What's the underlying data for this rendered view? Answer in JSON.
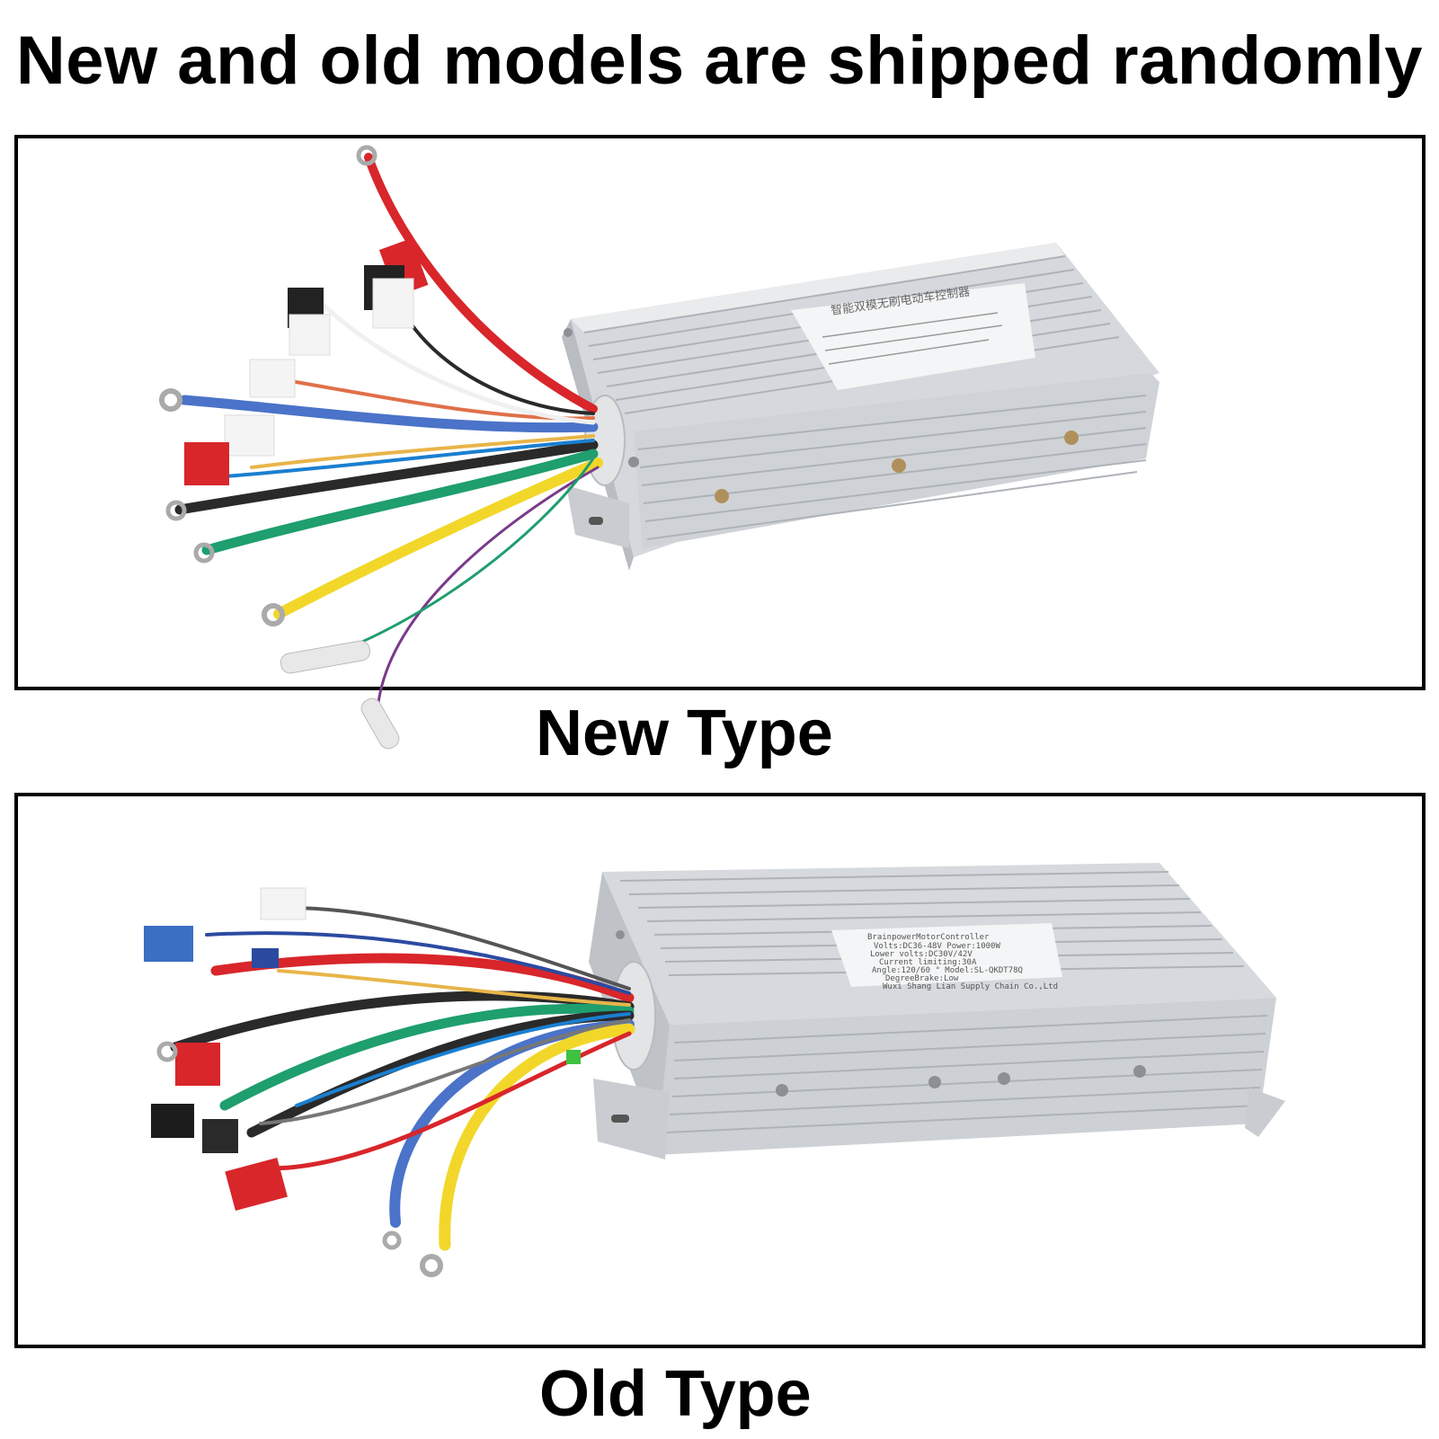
{
  "headline": "New and old models are shipped randomly",
  "panels": {
    "new": {
      "caption": "New Type"
    },
    "old": {
      "caption": "Old Type"
    }
  },
  "labels": {
    "new_label_line1": "智能双模无刷电动车控制器",
    "old_label_lines": [
      "BrainpowerMotorController",
      "Volts:DC36-48V   Power:1000W",
      "Lower volts:DC30V/42V",
      "Current limiting:30A",
      "Angle:120/60 °  Model:SL-QKDT78Q",
      "DegreeBrake:Low",
      "Wuxi Shang Lian Supply Chain Co.,Ltd"
    ]
  },
  "colors": {
    "housing": "#d9dcdf",
    "wire_red": "#d8262b",
    "wire_blue": "#4a73c9",
    "wire_yellow": "#f2d72a",
    "wire_green": "#1f9e6e",
    "wire_black": "#2a2a2a"
  }
}
